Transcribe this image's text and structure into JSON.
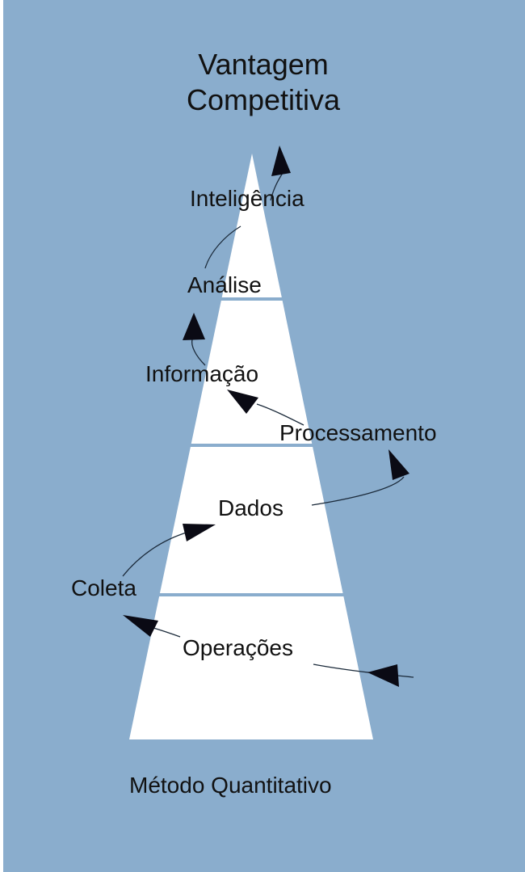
{
  "colors": {
    "background": "#8aadcd",
    "pyramid": "#ffffff",
    "arrow": "#0a0a14",
    "text": "#111111"
  },
  "labels": {
    "top_line1": "Vantagem",
    "top_line2": "Competitiva",
    "inteligencia": "Inteligência",
    "analise": "Análise",
    "informacao": "Informação",
    "processamento": "Processamento",
    "dados": "Dados",
    "coleta": "Coleta",
    "operacoes": "Operações",
    "footer": "Método Quantitativo"
  }
}
